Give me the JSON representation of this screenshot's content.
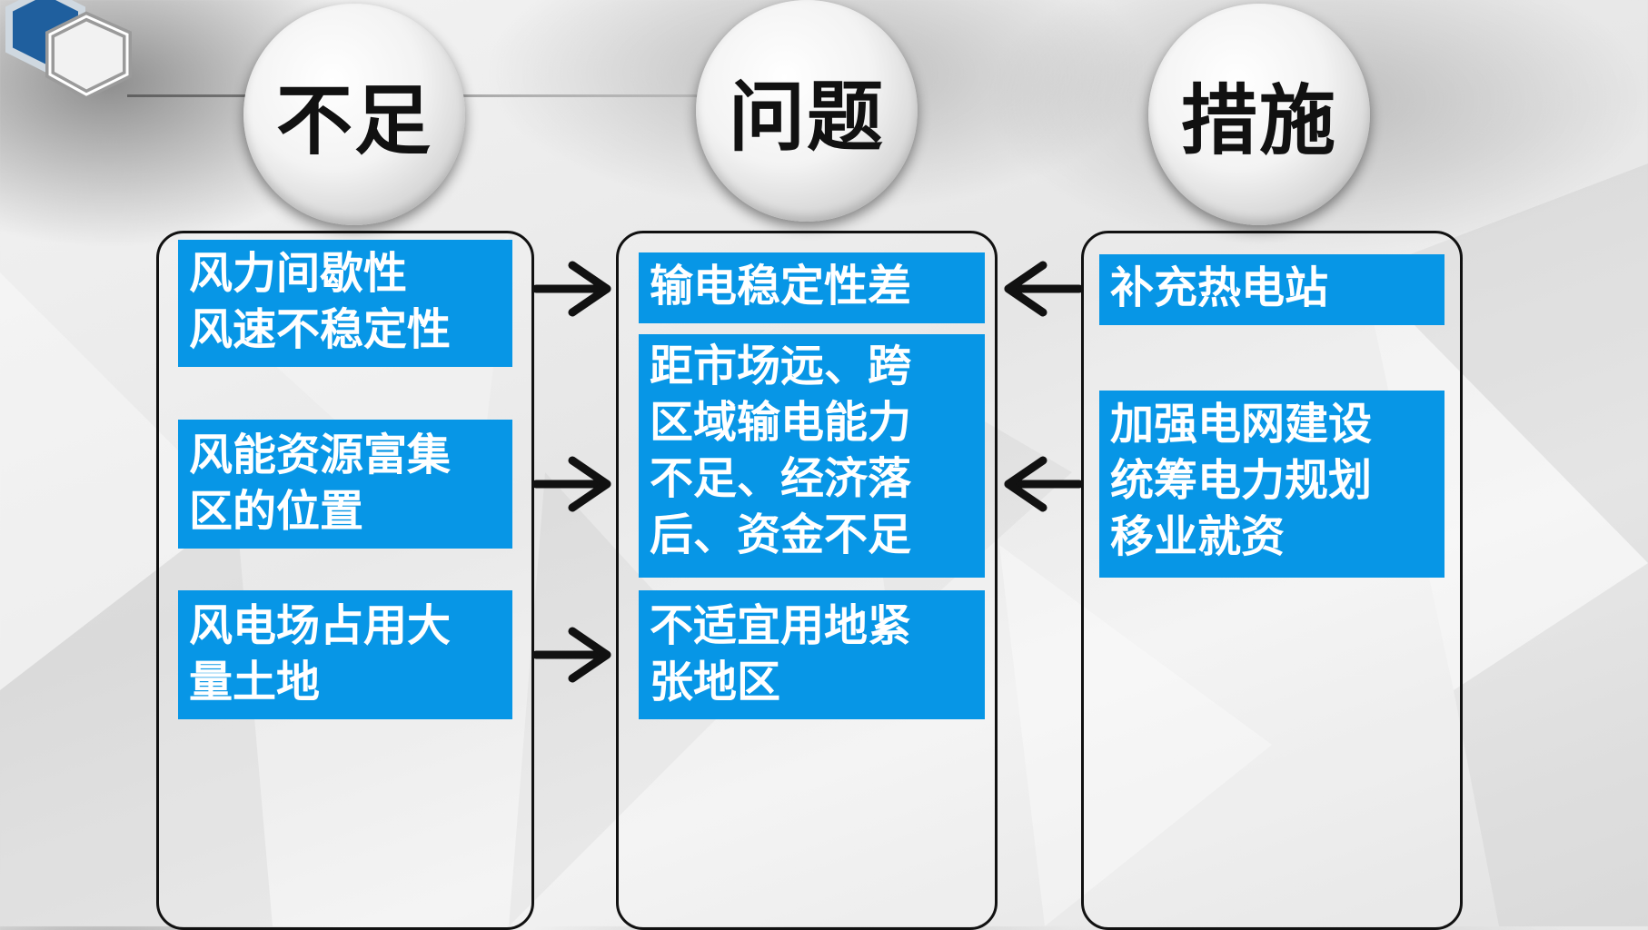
{
  "columns": [
    {
      "heading": "不足"
    },
    {
      "heading": "问题"
    },
    {
      "heading": "措施"
    }
  ],
  "shortcomings": [
    "风力间歇性\n风速不稳定性",
    "风能资源富集\n区的位置",
    "风电场占用大\n量土地"
  ],
  "problems": [
    "输电稳定性差",
    "距市场远、跨\n区域输电能力\n不足、经济落\n后、资金不足",
    "不适宜用地紧\n张地区"
  ],
  "measures": [
    "补充热电站",
    "加强电网建设\n统筹电力规划\n移业就资"
  ],
  "colors": {
    "box_fill": "#0796e6",
    "box_text": "#ffffff",
    "heading_text": "#111111",
    "arrow": "#111111"
  },
  "icons": [
    "hexagon-logo-icon",
    "right-arrow-icon",
    "left-arrow-icon"
  ]
}
